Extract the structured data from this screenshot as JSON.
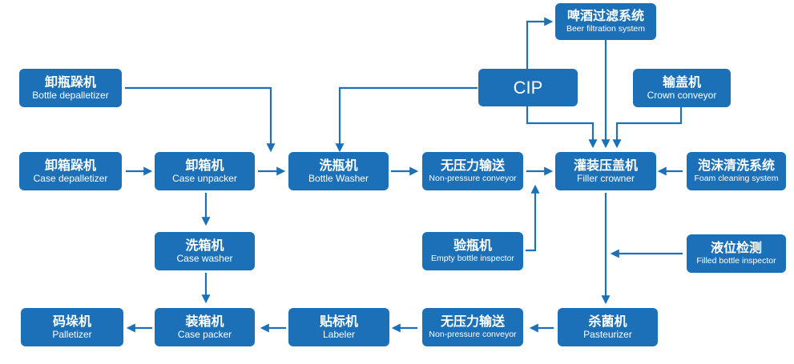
{
  "colors": {
    "node_fill": "#1c70b8",
    "arrow": "#1c70b8",
    "text": "#ffffff"
  },
  "nodes": {
    "bottle_depalletizer": {
      "zh": "卸瓶跺机",
      "en": "Bottle depalletizer"
    },
    "case_depalletizer": {
      "zh": "卸箱跺机",
      "en": "Case  depalletizer"
    },
    "case_unpacker": {
      "zh": "卸箱机",
      "en": "Case unpacker"
    },
    "bottle_washer": {
      "zh": "洗瓶机",
      "en": "Bottle Washer"
    },
    "nonpressure_conveyor_1": {
      "zh": "无压力输送",
      "en": "Non-pressure conveyor"
    },
    "filler_crowner": {
      "zh": "灌装压盖机",
      "en": "Filler  crowner"
    },
    "foam_cleaning": {
      "zh": "泡沫清洗系统",
      "en": "Foam cleaning system"
    },
    "beer_filtration": {
      "zh": "啤酒过滤系统",
      "en": "Beer filtration system"
    },
    "cip": {
      "label": "CIP"
    },
    "crown_conveyor": {
      "zh": "输盖机",
      "en": "Crown conveyor"
    },
    "case_washer": {
      "zh": "洗箱机",
      "en": "Case washer"
    },
    "empty_bottle_inspector": {
      "zh": "验瓶机",
      "en": "Empty bottle inspector"
    },
    "filled_bottle_inspector": {
      "zh": "液位检测",
      "en": "Filled bottle inspector"
    },
    "palletizer": {
      "zh": "码垛机",
      "en": "Palletizer"
    },
    "case_packer": {
      "zh": "装箱机",
      "en": "Case packer"
    },
    "labeler": {
      "zh": "贴标机",
      "en": "Labeler"
    },
    "nonpressure_conveyor_2": {
      "zh": "无压力输送",
      "en": "Non-pressure conveyor"
    },
    "pasteurizer": {
      "zh": "杀菌机",
      "en": "Pasteurizer"
    }
  }
}
